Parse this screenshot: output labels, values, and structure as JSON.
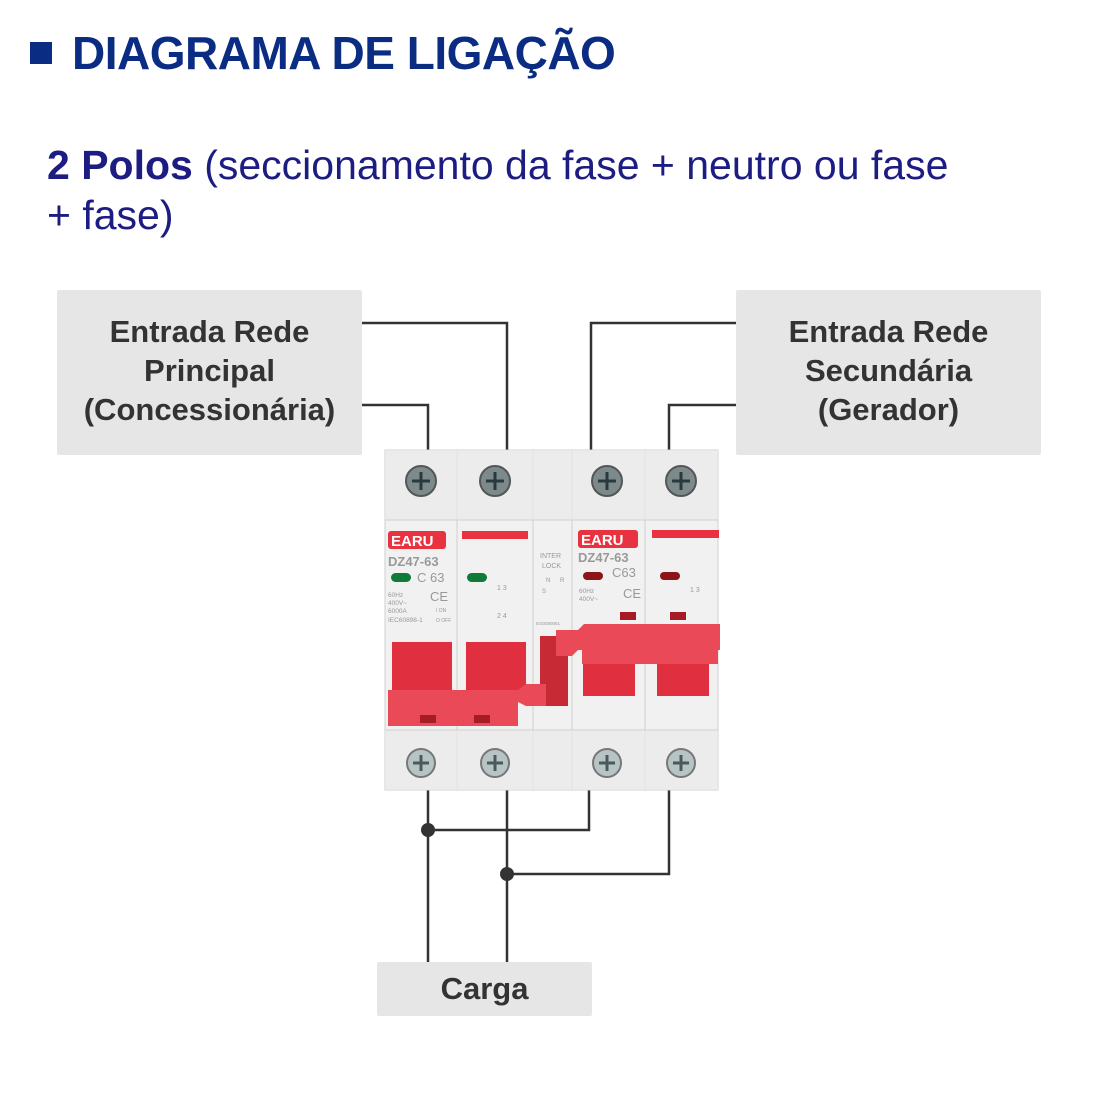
{
  "header": {
    "title": "DIAGRAMA DE LIGAÇÃO"
  },
  "subtitle": {
    "bold": "2 Polos",
    "text": " (seccionamento da fase + neutro ou fase + fase)"
  },
  "left_source": {
    "lines": [
      "Entrada Rede",
      "Principal",
      "(Concessionária)"
    ]
  },
  "right_source": {
    "lines": [
      "Entrada Rede",
      "Secundária",
      "(Gerador)"
    ]
  },
  "load": {
    "label": "Carga"
  },
  "breaker": {
    "brand": "EARU",
    "model": "DZ47-63",
    "rating_left": "C 63",
    "rating_right": "C63",
    "specs": [
      "60Hz",
      "400V~",
      "6000A",
      "IEC60898-1"
    ],
    "ce": "CE",
    "on_off": [
      "I ON",
      "O OFF"
    ],
    "terminals_top": "1 3",
    "terminals_bottom": "2 4",
    "interlock": [
      "INTER",
      "LOCK"
    ],
    "interlock_nr": [
      "N",
      "R"
    ],
    "interlock_s": "S",
    "interlock_code": "EG0080061",
    "colors": {
      "red": "#e8323f",
      "indicator_left": "#0f7a3a",
      "indicator_right": "#8b1518"
    }
  },
  "colors": {
    "title": "#0b2c83",
    "subtitle": "#1c1c82",
    "box": "#e6e6e6",
    "wire": "#333333"
  }
}
